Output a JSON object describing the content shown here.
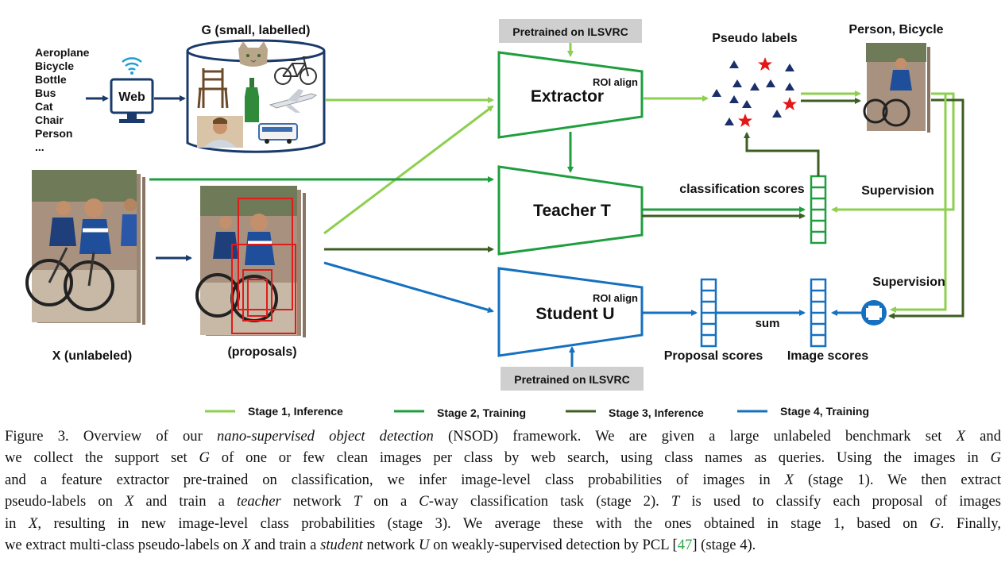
{
  "class_list": [
    "Aeroplane",
    "Bicycle",
    "Bottle",
    "Bus",
    "Cat",
    "Chair",
    "Person",
    "..."
  ],
  "web_label": "Web",
  "support_set_title": "G (small, labelled)",
  "pretrained_top": "Pretrained on ILSVRC",
  "pretrained_bottom": "Pretrained on ILSVRC",
  "extractor": {
    "name": "Extractor",
    "roi": "ROI align"
  },
  "teacher": {
    "name": "Teacher T"
  },
  "student": {
    "name": "Student U",
    "roi": "ROI align"
  },
  "pseudo_labels_title": "Pseudo labels",
  "result_title": "Person, Bicycle",
  "classification_scores_label": "classification scores",
  "supervision_label_1": "Supervision",
  "supervision_label_2": "Supervision",
  "sum_label": "sum",
  "proposal_scores_label": "Proposal scores",
  "image_scores_label": "Image scores",
  "unlabeled_label": "X (unlabeled)",
  "proposals_label": "(proposals)",
  "legend": [
    {
      "label": "Stage 1, Inference",
      "color": "#8dcf4f"
    },
    {
      "label": "Stage 2, Training",
      "color": "#1f9e3e"
    },
    {
      "label": "Stage 3, Inference",
      "color": "#3c5e22"
    },
    {
      "label": "Stage 4, Training",
      "color": "#1570bf"
    }
  ],
  "caption": {
    "l1a": "Figure 3. Overview of our ",
    "l1b": "nano-supervised object detection",
    "l1c": " (NSOD) framework. We are given a large unlabeled benchmark set ",
    "l1d": "X",
    "l1e": " and",
    "l2a": "we collect the support set ",
    "l2b": "G",
    "l2c": " of one or few clean images per class by web search, using class names as queries. Using the images in ",
    "l2d": "G",
    "l3a": "and a feature extractor pre-trained on classification, we infer image-level class probabilities of images in ",
    "l3b": "X",
    "l3c": " (stage 1). We then extract",
    "l4a": "pseudo-labels on ",
    "l4b": "X",
    "l4c": " and train a ",
    "l4d": "teacher",
    "l4e": " network ",
    "l4f": "T",
    "l4g": " on a ",
    "l4h": "C",
    "l4i": "-way classification task (stage 2). ",
    "l4j": "T",
    "l4k": " is used to classify each proposal of images",
    "l5a": "in ",
    "l5b": "X",
    "l5c": ", resulting in new image-level class probabilities (stage 3). We average these with the ones obtained in stage 1, based on ",
    "l5d": "G",
    "l5e": ". Finally,",
    "l6a": "we extract multi-class pseudo-labels on ",
    "l6b": "X",
    "l6c": " and train a ",
    "l6d": "student",
    "l6e": " network ",
    "l6f": "U",
    "l6g": " on weakly-supervised detection by PCL [",
    "l6h": "47",
    "l6i": "] (stage 4)."
  }
}
